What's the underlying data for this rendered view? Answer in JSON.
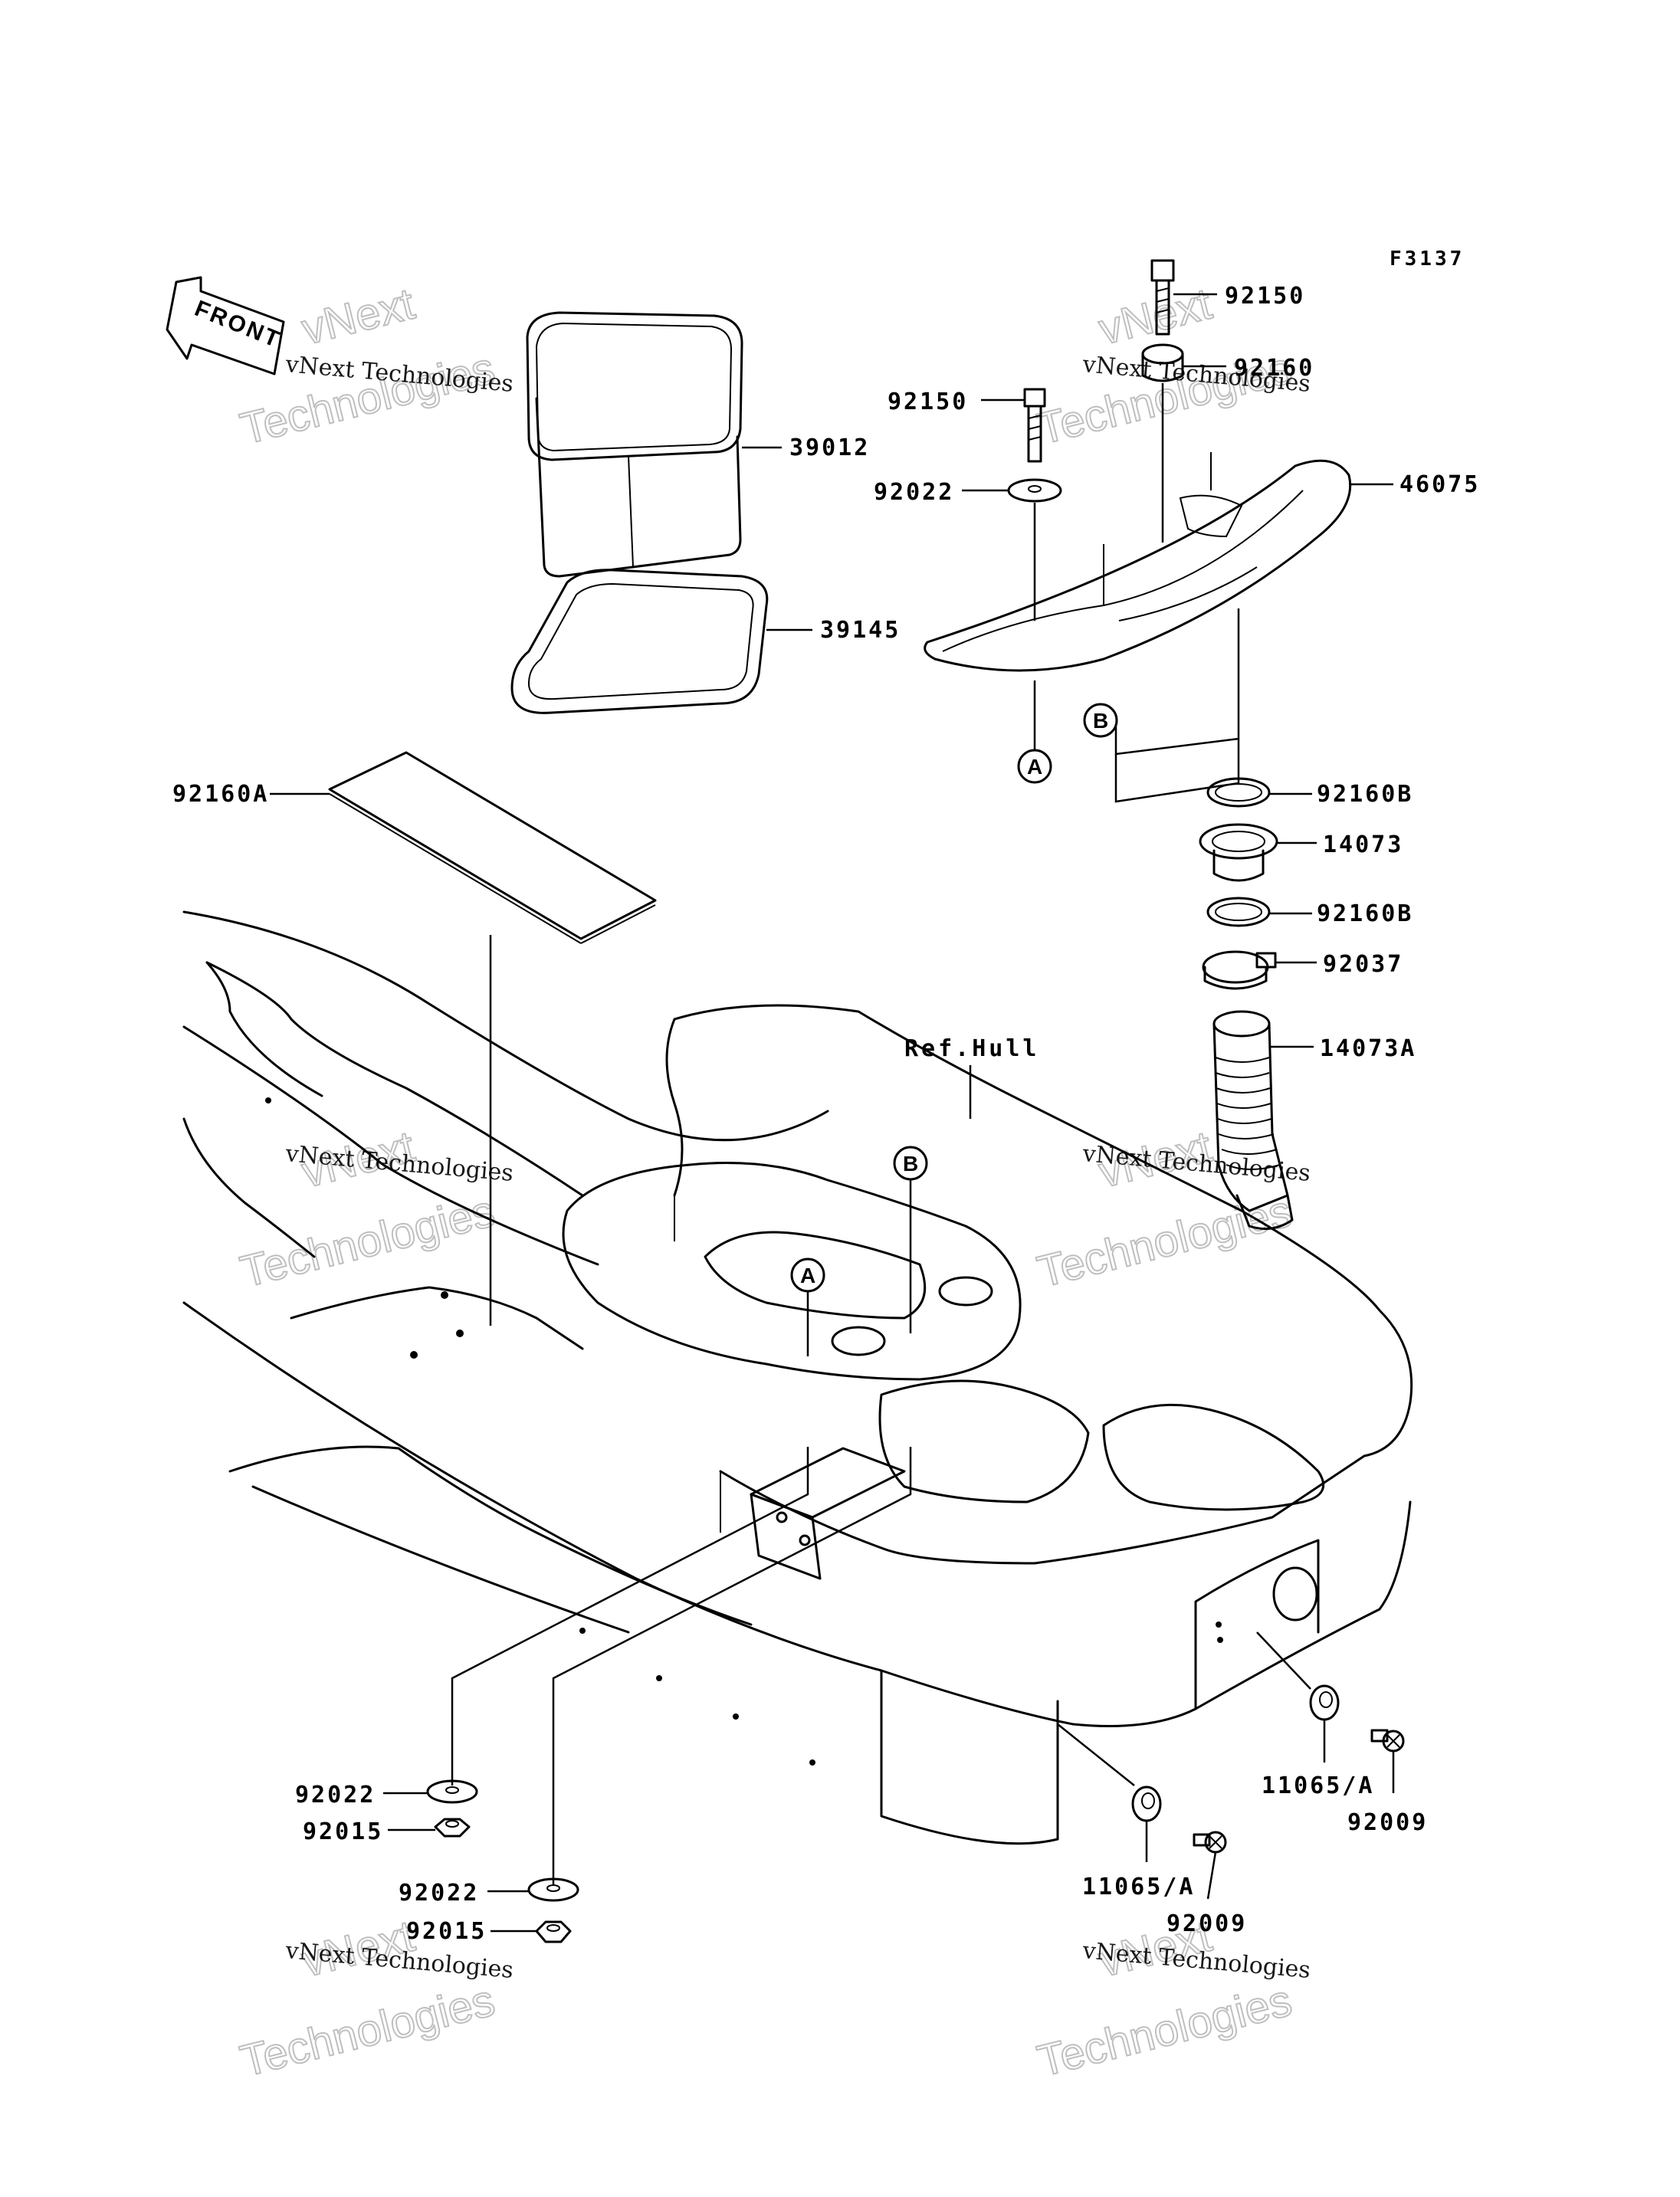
{
  "figure_code": "F3137",
  "front_indicator": "FRONT",
  "reference": "Ref.Hull",
  "callouts": {
    "a": "A",
    "b": "B"
  },
  "parts": {
    "p39012": "39012",
    "p39145": "39145",
    "p92160A": "92160A",
    "p92150_top": "92150",
    "p92160_top": "92160",
    "p92150_left": "92150",
    "p92022_upper": "92022",
    "p46075": "46075",
    "p92160B_1": "92160B",
    "p14073": "14073",
    "p92160B_2": "92160B",
    "p92037": "92037",
    "p14073A": "14073A",
    "p92022_a": "92022",
    "p92015_a": "92015",
    "p92022_b": "92022",
    "p92015_b": "92015",
    "p11065_right": "11065/A",
    "p92009_right": "92009",
    "p11065_bottom": "11065/A",
    "p92009_bottom": "92009"
  },
  "watermark": {
    "company": "vNext Technologies",
    "word1": "vNext",
    "word2": "Technologies"
  }
}
